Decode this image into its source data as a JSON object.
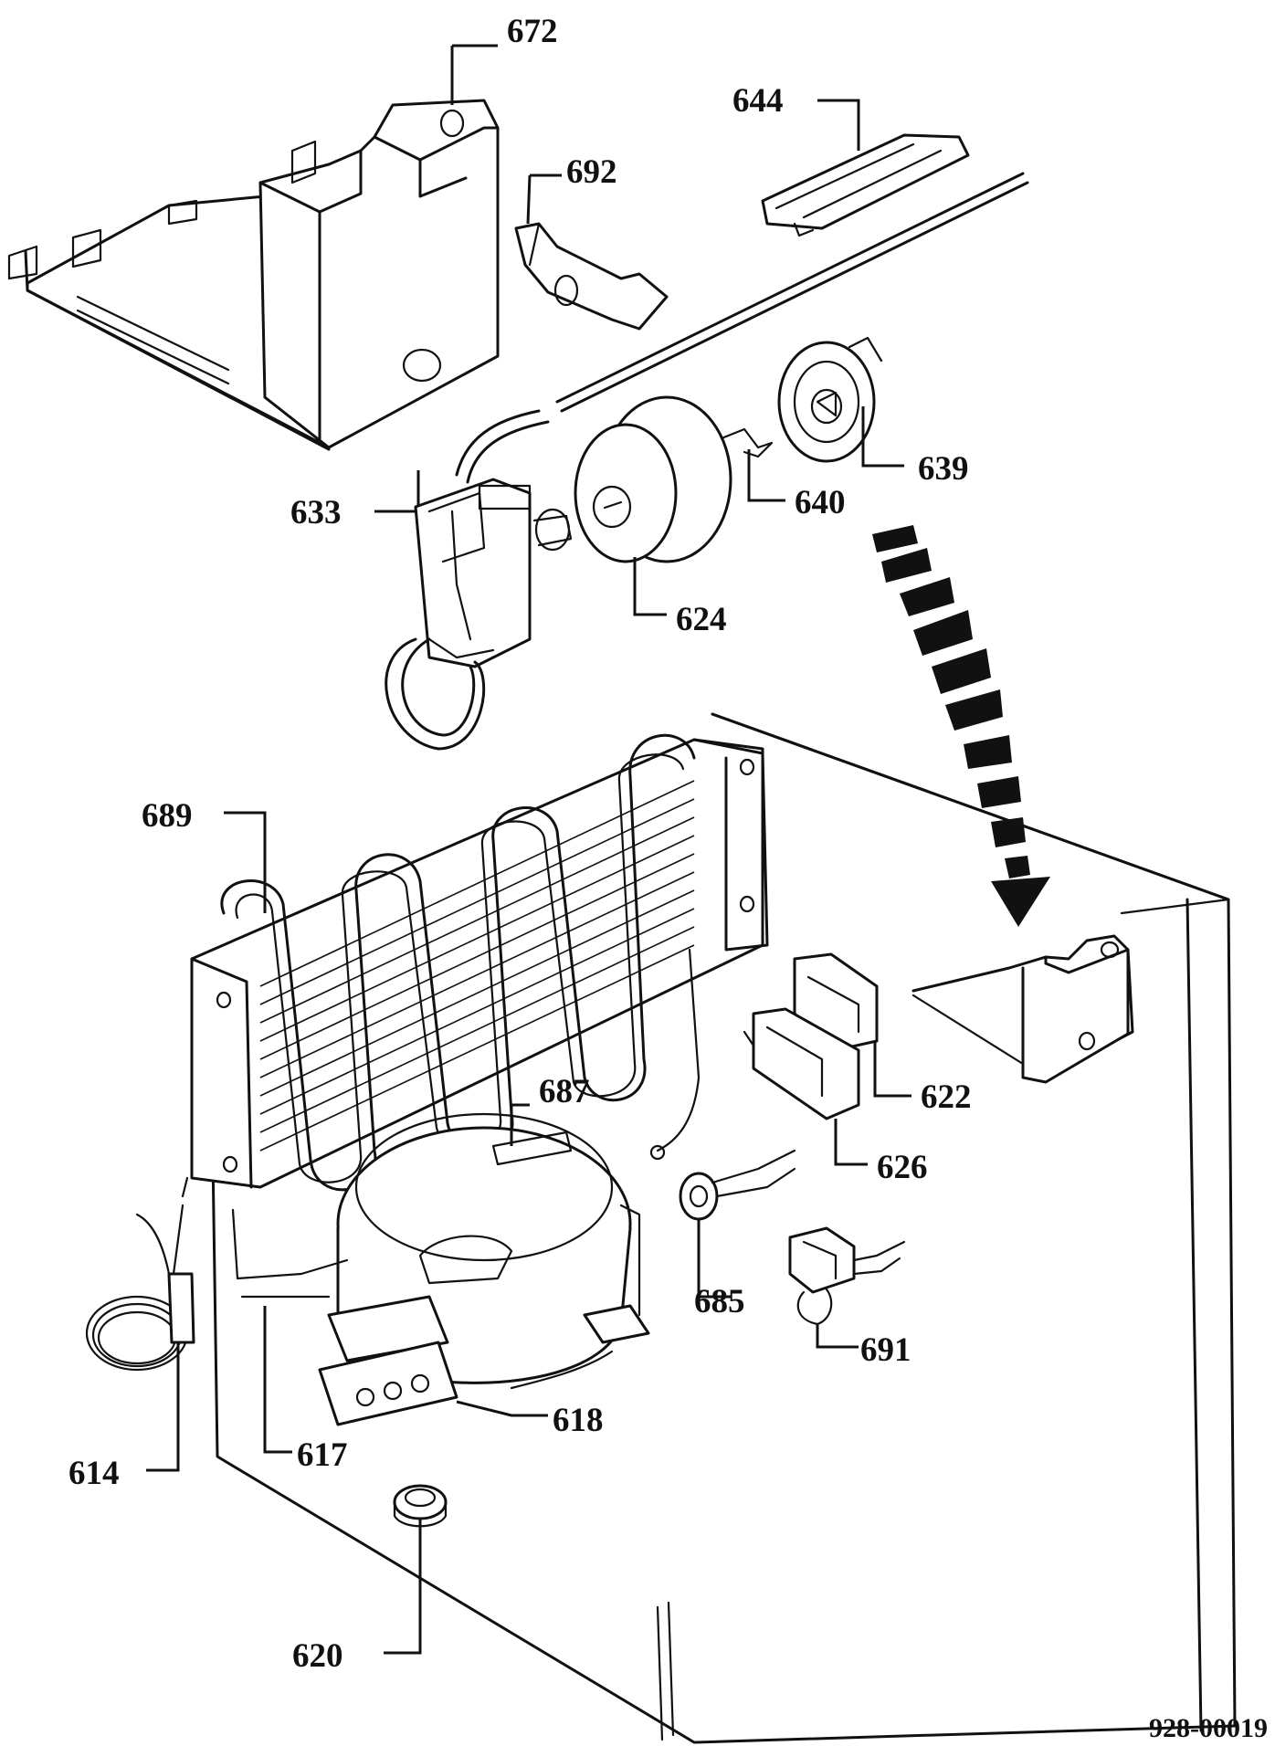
{
  "figure": {
    "reference_code": "928-00019"
  },
  "callouts": [
    {
      "id": "672",
      "label": "672"
    },
    {
      "id": "644",
      "label": "644"
    },
    {
      "id": "692",
      "label": "692"
    },
    {
      "id": "633",
      "label": "633"
    },
    {
      "id": "639",
      "label": "639"
    },
    {
      "id": "640",
      "label": "640"
    },
    {
      "id": "624",
      "label": "624"
    },
    {
      "id": "689",
      "label": "689"
    },
    {
      "id": "687",
      "label": "687"
    },
    {
      "id": "622",
      "label": "622"
    },
    {
      "id": "626",
      "label": "626"
    },
    {
      "id": "685",
      "label": "685"
    },
    {
      "id": "691",
      "label": "691"
    },
    {
      "id": "618",
      "label": "618"
    },
    {
      "id": "617",
      "label": "617"
    },
    {
      "id": "614",
      "label": "614"
    },
    {
      "id": "620",
      "label": "620"
    }
  ]
}
